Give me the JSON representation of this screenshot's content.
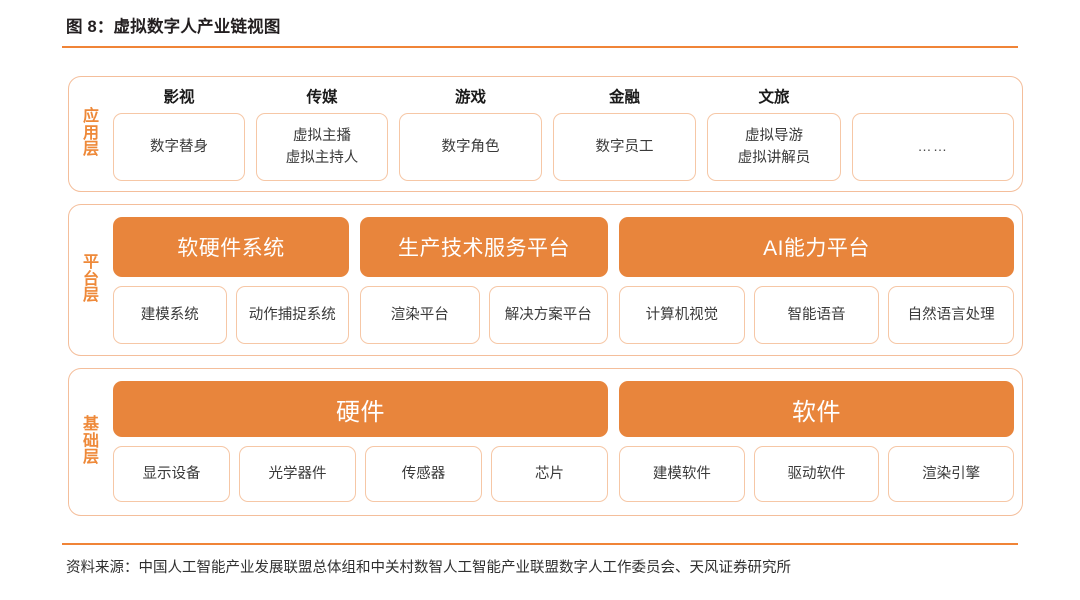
{
  "figure": {
    "title": "图 8：虚拟数字人产业链视图",
    "source": "资料来源：中国人工智能产业发展联盟总体组和中关村数智人工智能产业联盟数字人工作委员会、天风证券研究所",
    "accent_color": "#F08437",
    "bar_color": "#E8853C",
    "border_color": "#F4BE9B"
  },
  "chart_data": {
    "type": "table",
    "title": "图 8：虚拟数字人产业链视图",
    "layers": [
      {
        "label": "应用层",
        "columns": [
          {
            "header": "影视",
            "items": [
              "数字替身"
            ]
          },
          {
            "header": "传媒",
            "items": [
              "虚拟主播",
              "虚拟主持人"
            ]
          },
          {
            "header": "游戏",
            "items": [
              "数字角色"
            ]
          },
          {
            "header": "金融",
            "items": [
              "数字员工"
            ]
          },
          {
            "header": "文旅",
            "items": [
              "虚拟导游",
              "虚拟讲解员"
            ]
          },
          {
            "header": "",
            "items": [
              "……"
            ]
          }
        ]
      },
      {
        "label": "平台层",
        "groups": [
          {
            "title": "软硬件系统",
            "items": [
              "建模系统",
              "动作捕捉系统"
            ]
          },
          {
            "title": "生产技术服务平台",
            "items": [
              "渲染平台",
              "解决方案平台"
            ]
          },
          {
            "title": "AI能力平台",
            "items": [
              "计算机视觉",
              "智能语音",
              "自然语言处理"
            ]
          }
        ]
      },
      {
        "label": "基础层",
        "groups": [
          {
            "title": "硬件",
            "items": [
              "显示设备",
              "光学器件",
              "传感器",
              "芯片"
            ]
          },
          {
            "title": "软件",
            "items": [
              "建模软件",
              "驱动软件",
              "渲染引擎"
            ]
          }
        ]
      }
    ]
  },
  "app": {
    "label": "应用层",
    "label_chars": [
      "应",
      "用",
      "层"
    ],
    "cols": [
      {
        "header": "影视",
        "l1": "数字替身",
        "l2": ""
      },
      {
        "header": "传媒",
        "l1": "虚拟主播",
        "l2": "虚拟主持人"
      },
      {
        "header": "游戏",
        "l1": "数字角色",
        "l2": ""
      },
      {
        "header": "金融",
        "l1": "数字员工",
        "l2": ""
      },
      {
        "header": "文旅",
        "l1": "虚拟导游",
        "l2": "虚拟讲解员"
      },
      {
        "header": "",
        "l1": "……",
        "l2": ""
      }
    ]
  },
  "platform": {
    "label": "平台层",
    "label_chars": [
      "平",
      "台",
      "层"
    ],
    "groups": [
      {
        "title": "软硬件系统",
        "c1": "建模系统",
        "c2": "动作捕捉系统",
        "c3": ""
      },
      {
        "title": "生产技术服务平台",
        "c1": "渲染平台",
        "c2": "解决方案平台",
        "c3": ""
      },
      {
        "title": "AI能力平台",
        "c1": "计算机视觉",
        "c2": "智能语音",
        "c3": "自然语言处理"
      }
    ]
  },
  "base": {
    "label": "基础层",
    "label_chars": [
      "基",
      "础",
      "层"
    ],
    "groups": [
      {
        "title": "硬件",
        "c1": "显示设备",
        "c2": "光学器件",
        "c3": "传感器",
        "c4": "芯片"
      },
      {
        "title": "软件",
        "c1": "建模软件",
        "c2": "驱动软件",
        "c3": "渲染引擎",
        "c4": ""
      }
    ]
  }
}
